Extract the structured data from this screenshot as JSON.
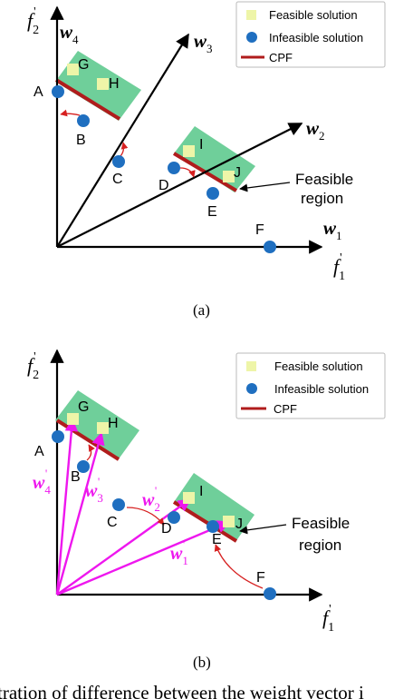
{
  "colors": {
    "axis": "#000000",
    "feasible_region": "#6fcf9a",
    "feasible_point": "#eef5a8",
    "infeasible_point": "#1f6fc0",
    "cpf_line": "#b01c1c",
    "weight_vector_b": "#ee17ee",
    "annotation_arrow": "#d62020"
  },
  "legend": {
    "feasible": "Feasible solution",
    "infeasible": "Infeasible solution",
    "cpf": "CPF"
  },
  "axes": {
    "x_label_base": "f",
    "x_label_sub": "1",
    "y_label_base": "f",
    "y_label_sub": "2",
    "prime": "'"
  },
  "feasible_region_label": {
    "line1": "Feasible",
    "line2": "region"
  },
  "panel_a": {
    "caption": "(a)",
    "points": {
      "A": "A",
      "B": "B",
      "C": "C",
      "D": "D",
      "E": "E",
      "F": "F",
      "G": "G",
      "H": "H",
      "I": "I",
      "J": "J"
    },
    "vectors": [
      {
        "base": "w",
        "sub": "1"
      },
      {
        "base": "w",
        "sub": "2"
      },
      {
        "base": "w",
        "sub": "3"
      },
      {
        "base": "w",
        "sub": "4"
      }
    ]
  },
  "panel_b": {
    "caption": "(b)",
    "points": {
      "A": "A",
      "B": "B",
      "C": "C",
      "D": "D",
      "E": "E",
      "F": "F",
      "G": "G",
      "H": "H",
      "I": "I",
      "J": "J"
    },
    "vectors": [
      {
        "base": "w",
        "sub": "1",
        "prime": "'"
      },
      {
        "base": "w",
        "sub": "2",
        "prime": "'"
      },
      {
        "base": "w",
        "sub": "3",
        "prime": "'"
      },
      {
        "base": "w",
        "sub": "4",
        "prime": "'"
      }
    ]
  },
  "footer_fragment": "tration of difference between the weight vector i"
}
